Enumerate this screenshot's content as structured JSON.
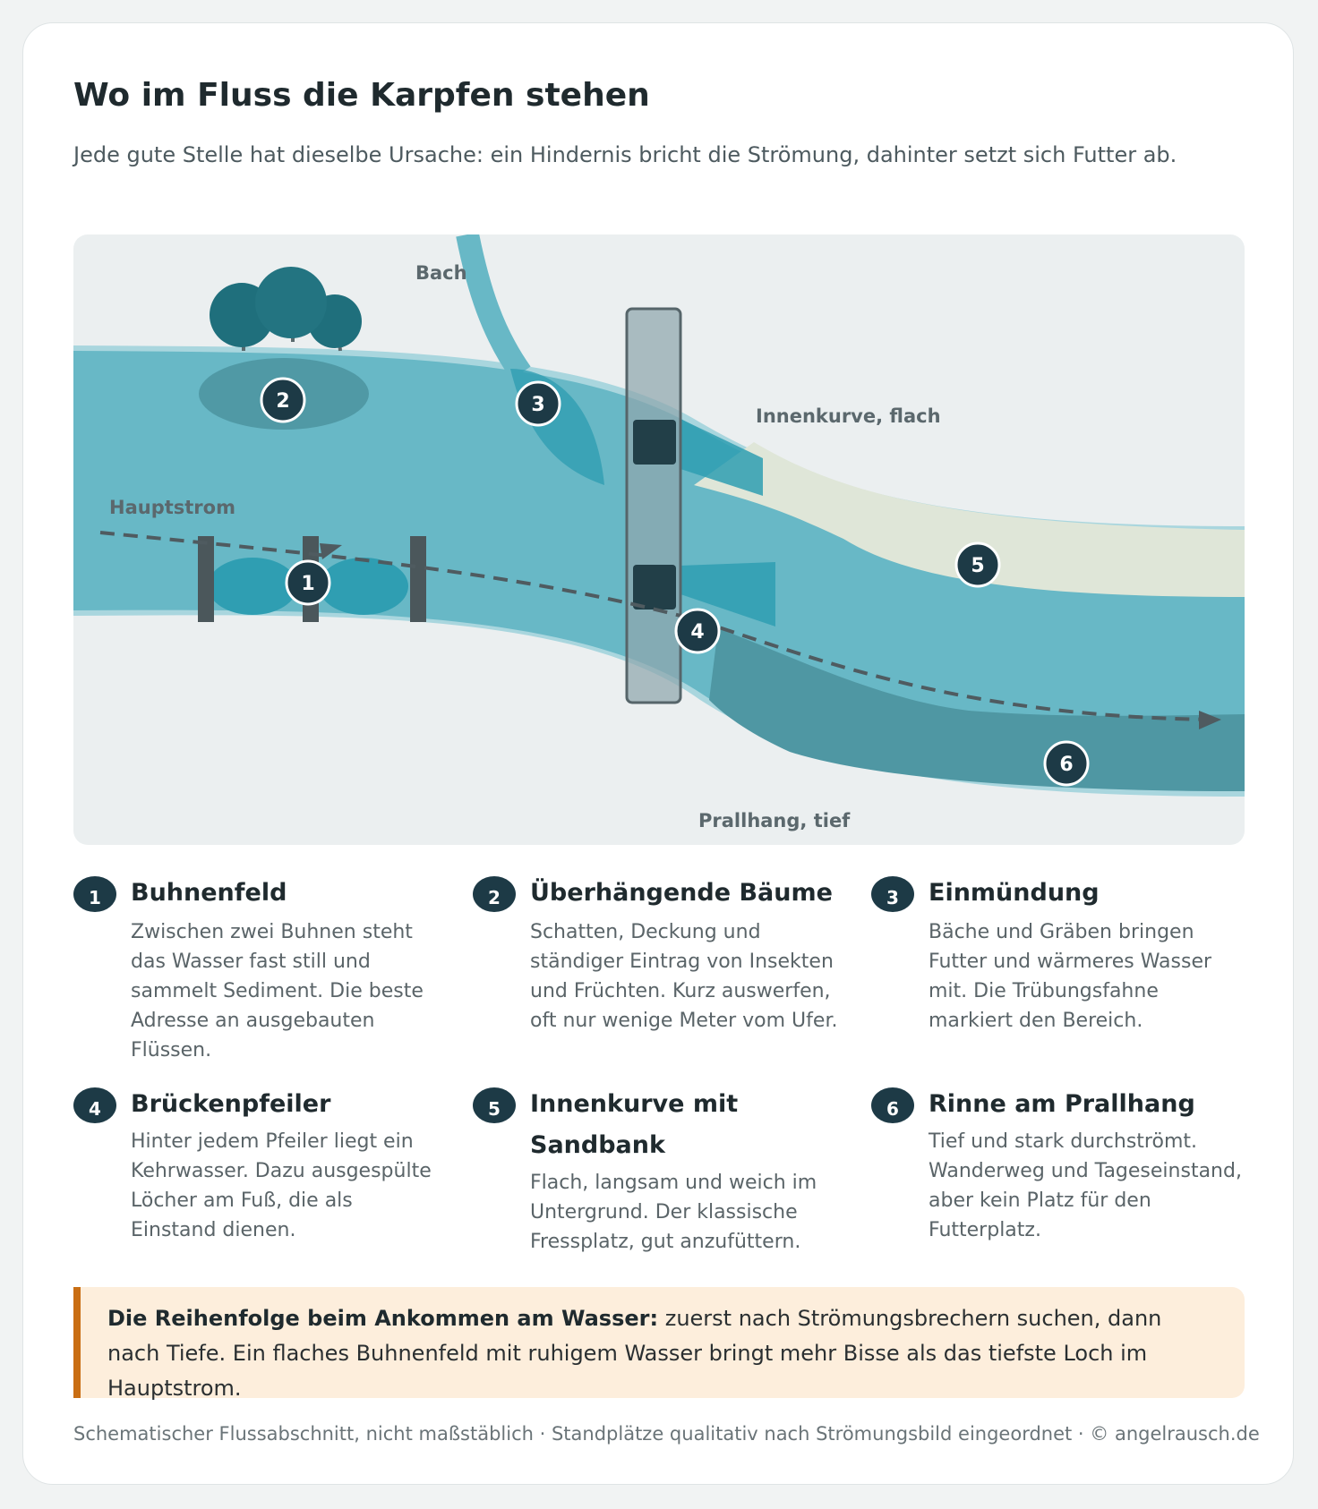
{
  "header": {
    "title": "Wo im Fluss die Karpfen stehen",
    "subtitle": "Jede gute Stelle hat dieselbe Ursache: ein Hindernis bricht die Strömung, dahinter setzt sich Futter ab."
  },
  "map": {
    "labels": {
      "bach": "Bach",
      "innenkurve": "Innenkurve, flach",
      "hauptstrom": "Hauptstrom",
      "prallhang": "Prallhang, tief"
    },
    "markers": [
      "1",
      "2",
      "3",
      "4",
      "5",
      "6"
    ],
    "colors": {
      "water": "#68b8c6",
      "water_edge": "#a9d6de",
      "land": "#ebeff0",
      "sandbank": "#dfe6d8",
      "deep_channel": "#4f97a3",
      "eddy": "#2f9eb2",
      "marker": "#1d3a46",
      "bridge": "#8fa6ad"
    }
  },
  "legend": {
    "items": [
      {
        "number": "1",
        "title": "Buhnenfeld",
        "text": "Zwischen zwei Buhnen steht das Wasser fast still und sammelt Sediment. Die beste Adresse an ausgebauten Flüssen."
      },
      {
        "number": "2",
        "title": "Überhängende Bäume",
        "text": "Schatten, Deckung und ständiger Eintrag von Insekten und Früchten. Kurz auswerfen, oft nur wenige Meter vom Ufer."
      },
      {
        "number": "3",
        "title": "Einmündung",
        "text": "Bäche und Gräben bringen Futter und wärmeres Wasser mit. Die Trübungsfahne markiert den Bereich."
      },
      {
        "number": "4",
        "title": "Brückenpfeiler",
        "text": "Hinter jedem Pfeiler liegt ein Kehrwasser. Dazu ausgespülte Löcher am Fuß, die als Einstand dienen."
      },
      {
        "number": "5",
        "title": "Innenkurve mit Sandbank",
        "text": "Flach, langsam und weich im Untergrund. Der klassische Fressplatz, gut anzufüttern."
      },
      {
        "number": "6",
        "title": "Rinne am Prallhang",
        "text": "Tief und stark durchströmt. Wanderweg und Tageseinstand, aber kein Platz für den Futterplatz."
      }
    ]
  },
  "callout": {
    "bold": "Die Reihenfolge beim Ankommen am Wasser:",
    "text": " zuerst nach Strömungsbrechern suchen, dann nach Tiefe. Ein flaches Buhnenfeld mit ruhigem Wasser bringt mehr Bisse als das tiefste Loch im Hauptstrom."
  },
  "footer": "Schematischer Flussabschnitt, nicht maßstäblich · Standplätze qualitativ nach Strömungsbild eingeordnet · © angelrausch.de"
}
